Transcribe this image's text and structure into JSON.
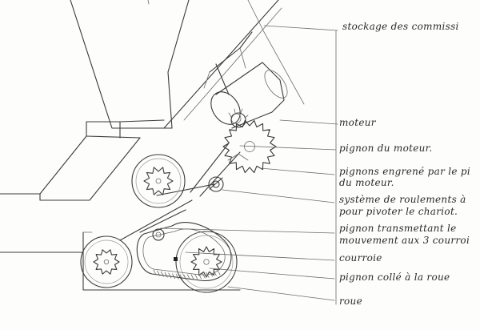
{
  "diagram": {
    "labels": [
      {
        "id": "stockage",
        "text": "stockage des commissi"
      },
      {
        "id": "moteur",
        "text": "moteur"
      },
      {
        "id": "pignon-moteur",
        "text": "pignon du moteur."
      },
      {
        "id": "pignons-engrene-1",
        "text": "pignons engrené par le pi"
      },
      {
        "id": "pignons-engrene-2",
        "text": "du moteur."
      },
      {
        "id": "roulements-1",
        "text": "système de roulements à"
      },
      {
        "id": "roulements-2",
        "text": "pour pivoter le chariot."
      },
      {
        "id": "transmettant-1",
        "text": "pignon transmettant le"
      },
      {
        "id": "transmettant-2",
        "text": "mouvement aux 3 courroi"
      },
      {
        "id": "courroie",
        "text": "courroie"
      },
      {
        "id": "pignon-colle",
        "text": "pignon collé à la roue"
      },
      {
        "id": "roue",
        "text": "roue"
      }
    ]
  }
}
